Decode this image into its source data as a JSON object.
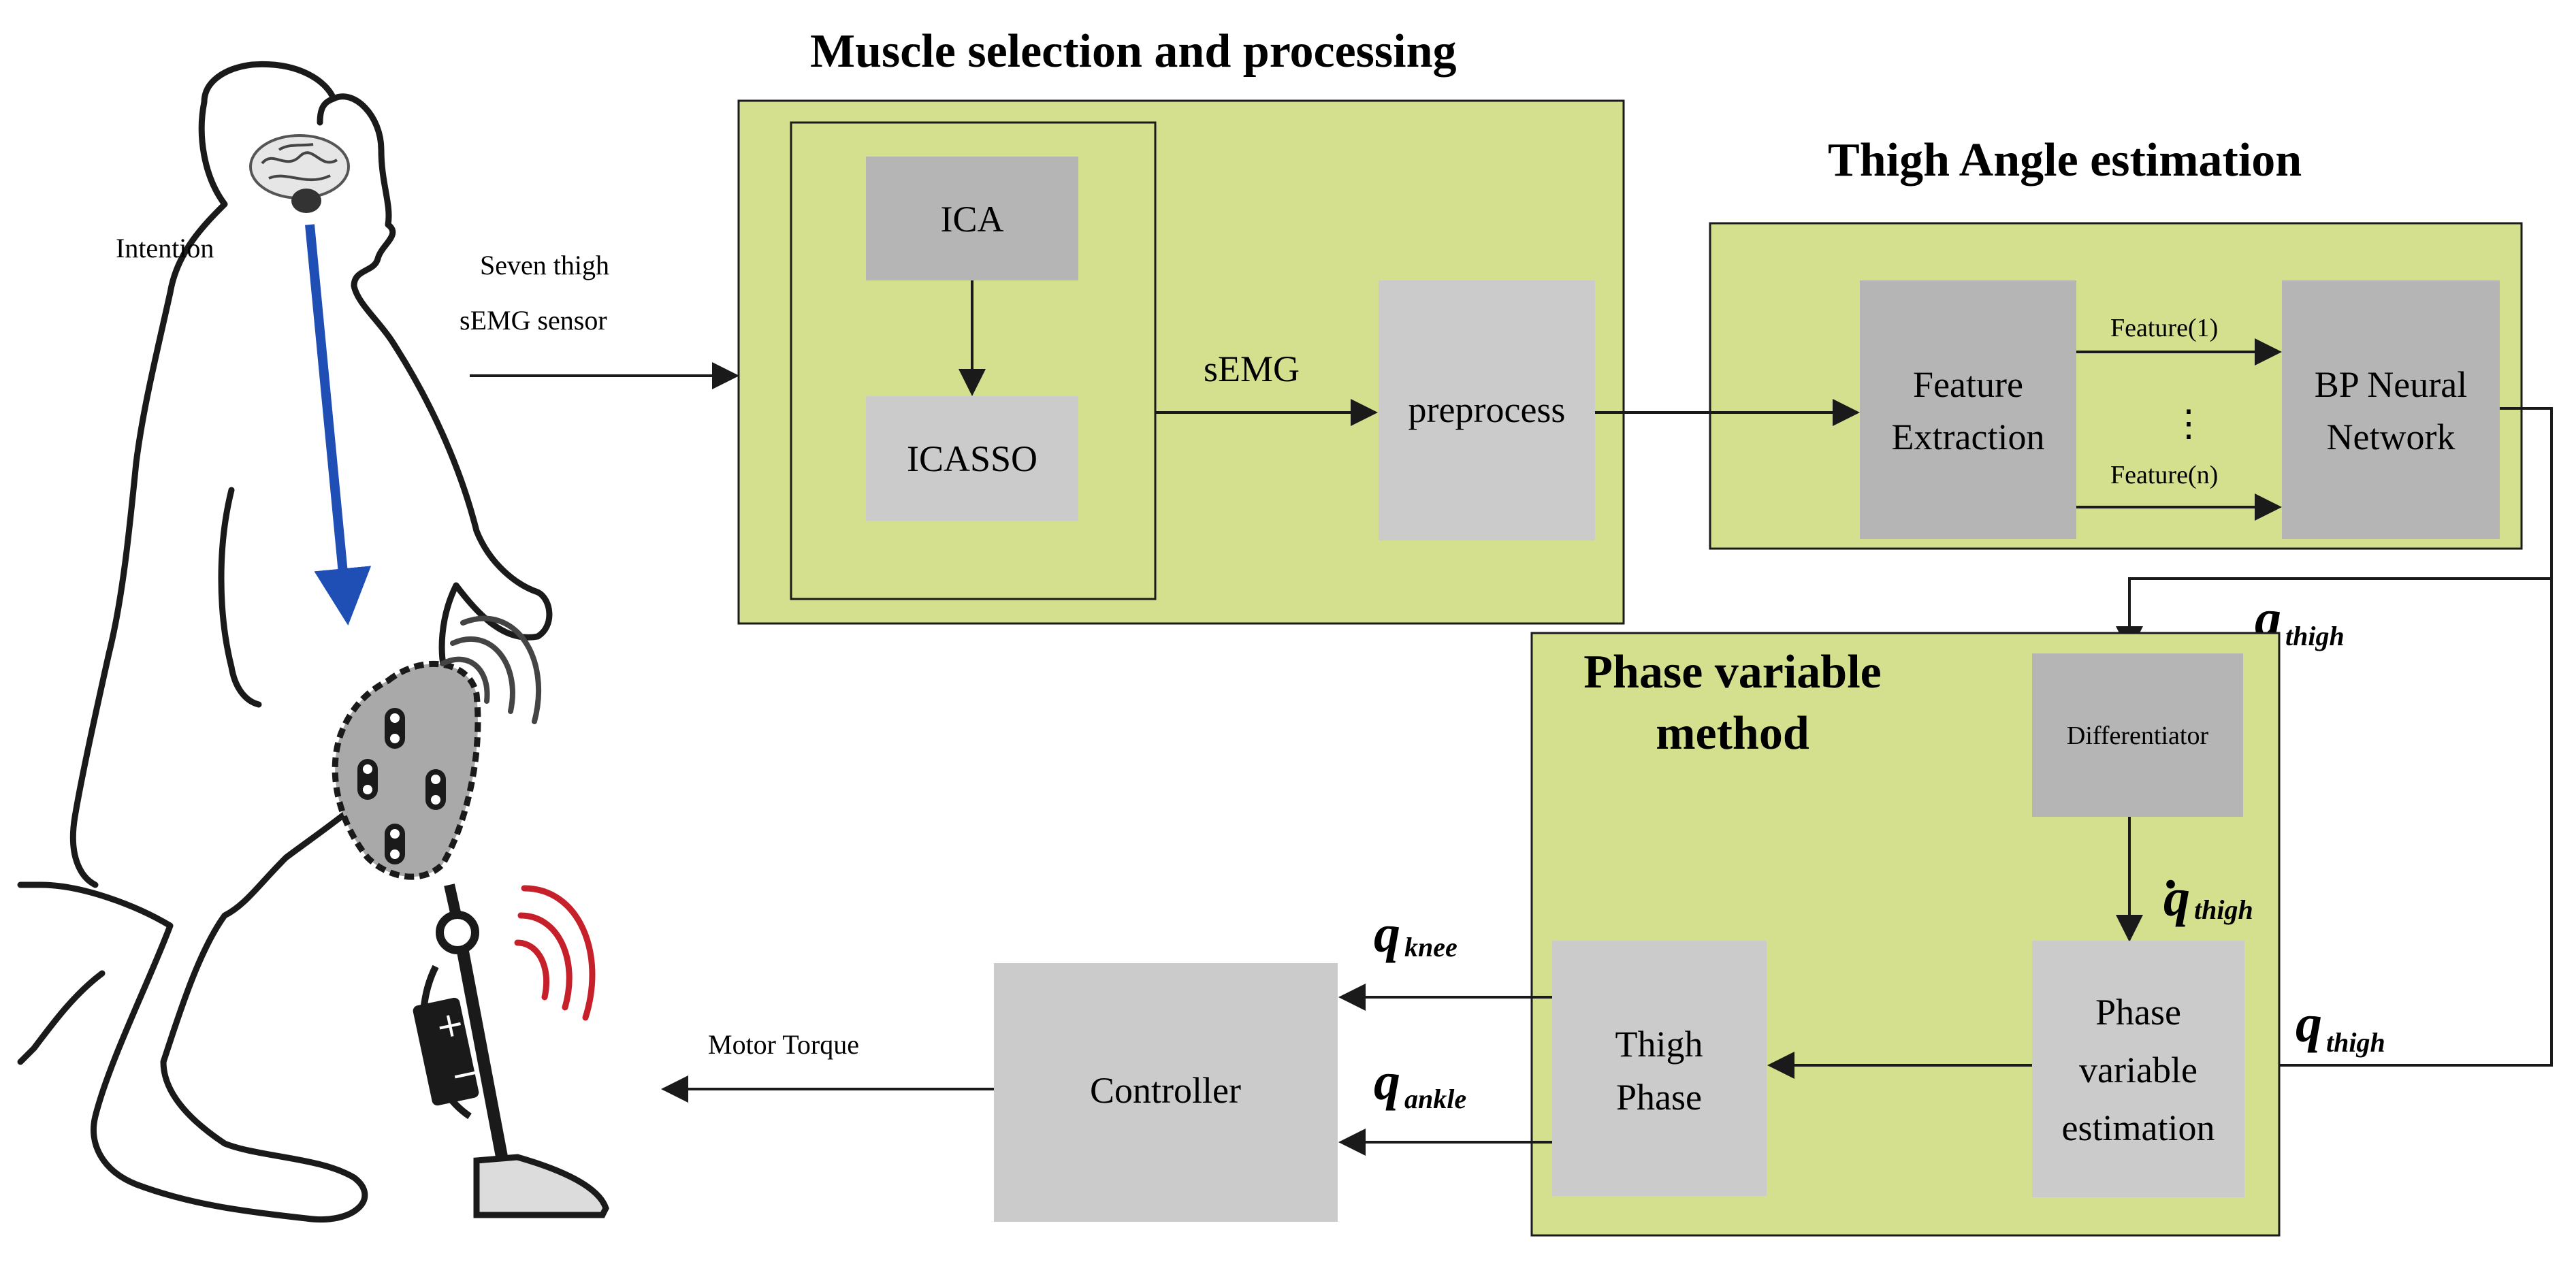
{
  "texts": {
    "title_muscle": "Muscle selection and processing",
    "title_thigh_angle": "Thigh Angle estimation",
    "title_phase_1": "Phase variable",
    "title_phase_2": "method",
    "intention": "Intention",
    "sensor_1": "Seven thigh",
    "sensor_2": "sEMG sensor",
    "semg": "sEMG",
    "ica": "ICA",
    "icasso": "ICASSO",
    "preprocess": "preprocess",
    "feature_extraction_1": "Feature",
    "feature_extraction_2": "Extraction",
    "feature_1": "Feature(1)",
    "feature_n": "Feature(n)",
    "vdots": "⋮",
    "bp_1": "BP Neural",
    "bp_2": "Network",
    "differentiator": "Differentiator",
    "pve_1": "Phase",
    "pve_2": "variable",
    "pve_3": "estimation",
    "thigh_phase_1": "Thigh",
    "thigh_phase_2": "Phase",
    "controller": "Controller",
    "motor_torque": "Motor Torque",
    "q_symbol": "q",
    "sub_thigh": "thigh",
    "sub_knee": "knee",
    "sub_ankle": "ankle",
    "dot": "·"
  },
  "colors": {
    "panel_fill": "#d4e08e",
    "block_dark": "#b5b5b5",
    "block_light": "#cbcbcb",
    "line": "#1a1a1a",
    "intention_arrow": "#1f4fb5",
    "signal_red": "#c6202a",
    "prosthesis_gray": "#a9a9a9"
  }
}
